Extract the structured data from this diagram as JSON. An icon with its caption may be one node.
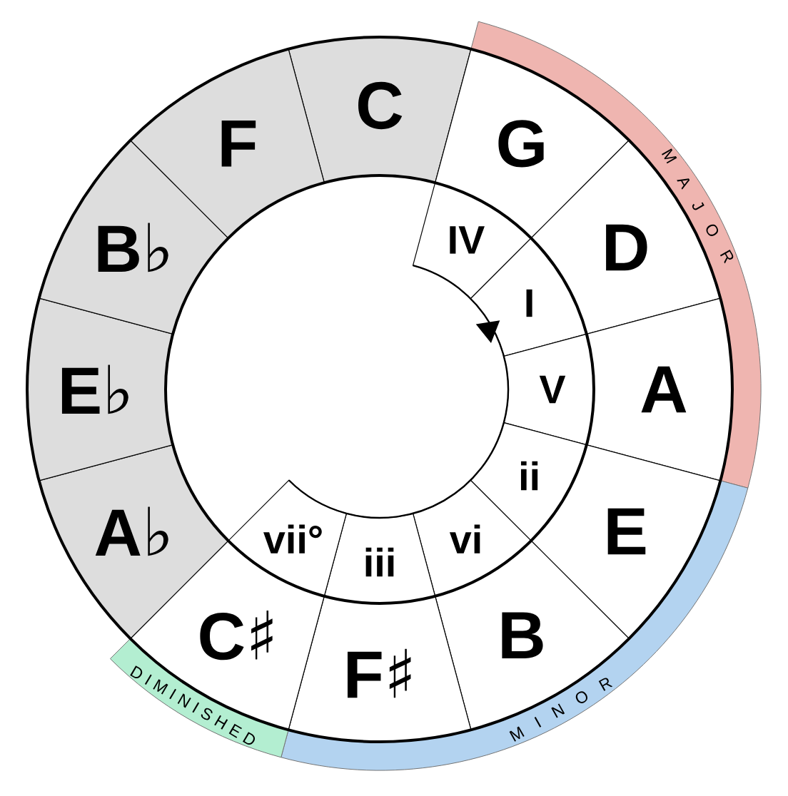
{
  "diagram": {
    "nodes": [
      {
        "text": [
          "C"
        ]
      },
      {
        "text": [
          "G"
        ]
      },
      {
        "text": [
          "D"
        ]
      },
      {
        "text": [
          "A"
        ]
      },
      {
        "text": [
          "E"
        ]
      },
      {
        "text": [
          "B"
        ]
      },
      {
        "text": [
          "F♯"
        ]
      },
      {
        "text": [
          "C♯"
        ]
      },
      {
        "text": [
          "A♭"
        ]
      },
      {
        "text": [
          "E♭"
        ]
      },
      {
        "text": [
          "B♭"
        ]
      },
      {
        "text": [
          "F"
        ]
      },
      {
        "text": [
          "IV"
        ]
      },
      {
        "text": [
          "I"
        ]
      },
      {
        "text": [
          "V"
        ]
      },
      {
        "text": [
          "ii"
        ]
      },
      {
        "text": [
          "vi"
        ]
      },
      {
        "text": [
          "iii"
        ]
      },
      {
        "text": [
          "vii°"
        ]
      },
      {
        "text": [
          "M A J O R"
        ]
      },
      {
        "text": [
          "M I N O R"
        ]
      },
      {
        "text": [
          "D I M I N I S H E D"
        ]
      },
      {
        "text": [],
        "shape": "triangle"
      }
    ]
  }
}
